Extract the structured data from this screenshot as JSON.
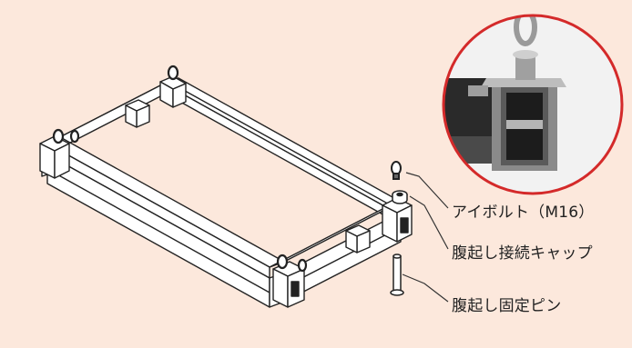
{
  "callouts": {
    "eyebolt": "アイボルト（M16）",
    "connection_cap": "腹起し接続キャップ",
    "fixing_pin": "腹起し固定ピン"
  },
  "colors": {
    "background": "#fce8dc",
    "detail_circle_border": "#d42a2a",
    "line": "#222222"
  },
  "icons": {
    "detail_inset": "eyebolt-closeup-photo",
    "frame": "rectangular-steel-frame",
    "eyebolt": "eyebolt-icon",
    "cap": "connection-cap-icon",
    "pin": "fixing-pin-icon"
  }
}
